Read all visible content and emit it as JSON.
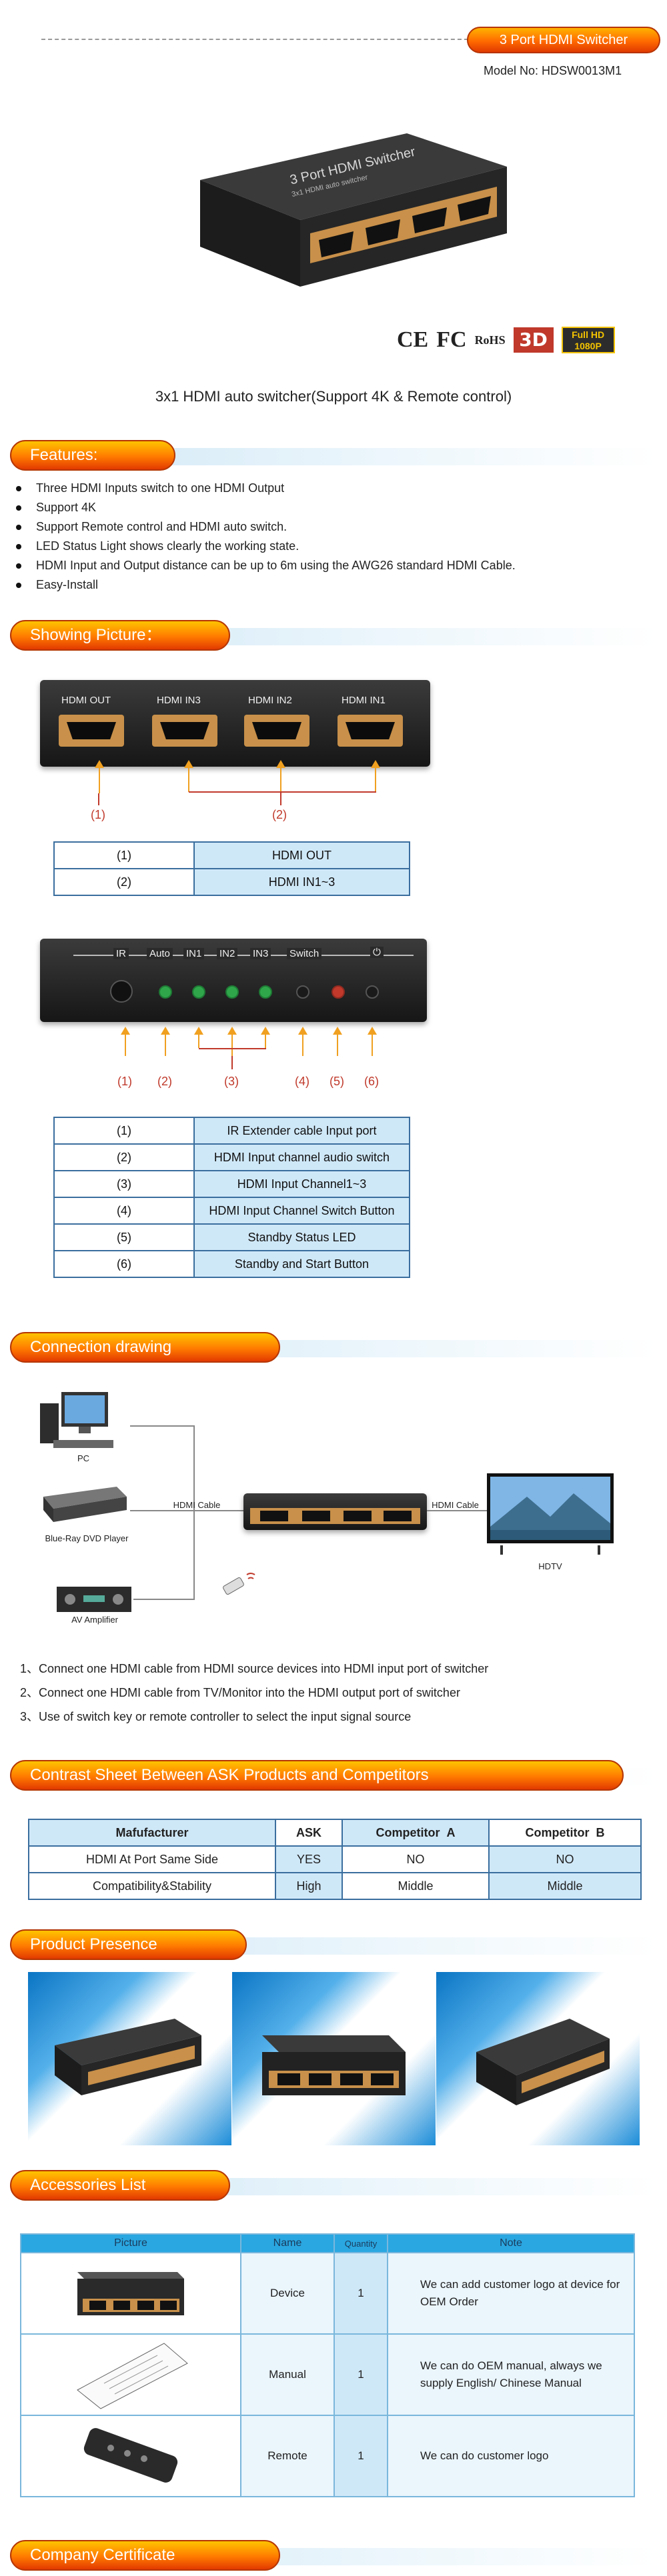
{
  "header": {
    "title": "3 Port HDMI Switcher",
    "model": "Model No: HDSW0013M1"
  },
  "hero": {
    "device_label": "3 Port HDMI Switcher",
    "device_sub": "3x1 HDMI auto switcher",
    "certs": {
      "ce": "CE",
      "fc": "FC",
      "rohs": "RoHS",
      "three_d": "3D",
      "full_hd_1": "Full HD",
      "full_hd_2": "1080P"
    },
    "subtitle": "3x1 HDMI auto switcher(Support 4K & Remote control)"
  },
  "features": {
    "heading": "Features:",
    "items": [
      "Three HDMI Inputs switch to one HDMI Output",
      "Support 4K",
      "Support Remote control and HDMI auto switch.",
      "LED Status Light shows clearly the working state.",
      "HDMI Input and Output distance can be up to 6m using the AWG26 standard HDMI Cable.",
      "Easy-Install"
    ]
  },
  "showing": {
    "heading": "Showing Picture：",
    "back_ports": [
      "HDMI OUT",
      "HDMI IN3",
      "HDMI IN2",
      "HDMI IN1"
    ],
    "back_marks": [
      "(1)",
      "(2)"
    ],
    "back_table": [
      [
        "(1)",
        "HDMI OUT"
      ],
      [
        "(2)",
        "HDMI IN1~3"
      ]
    ],
    "front_labels": [
      "IR",
      "Auto",
      "IN1",
      "IN2",
      "IN3",
      "Switch",
      "⏻"
    ],
    "front_marks": [
      "(1)",
      "(2)",
      "(3)",
      "(4)",
      "(5)",
      "(6)"
    ],
    "front_table": [
      [
        "(1)",
        "IR Extender cable Input port"
      ],
      [
        "(2)",
        "HDMI Input channel audio switch"
      ],
      [
        "(3)",
        "HDMI Input Channel1~3"
      ],
      [
        "(4)",
        "HDMI Input Channel Switch Button"
      ],
      [
        "(5)",
        "Standby Status LED"
      ],
      [
        "(6)",
        "Standby and Start Button"
      ]
    ]
  },
  "connection": {
    "heading": "Connection drawing",
    "devices": {
      "pc": "PC",
      "bluray": "Blue-Ray DVD Player",
      "amp": "AV Amplifier",
      "tv": "HDTV"
    },
    "cable_left": "HDMI Cable",
    "cable_right": "HDMI Cable",
    "steps": [
      "1、Connect one HDMI cable from HDMI source devices into HDMI input port of switcher",
      "2、Connect one HDMI cable from TV/Monitor into the HDMI output port of switcher",
      "3、Use of switch key or remote controller to select the input signal source"
    ]
  },
  "contrast": {
    "heading": "Contrast Sheet Between ASK Products and Competitors",
    "header": [
      "Mafufacturer",
      "ASK",
      "Competitor  A",
      "Competitor  B"
    ],
    "rows": [
      [
        "HDMI At Port Same Side",
        "YES",
        "NO",
        "NO"
      ],
      [
        "Compatibility&Stability",
        "High",
        "Middle",
        "Middle"
      ]
    ]
  },
  "presence": {
    "heading": "Product Presence"
  },
  "accessories": {
    "heading": "Accessories List",
    "header": [
      "Picture",
      "Name",
      "Quantity",
      "Note"
    ],
    "rows": [
      {
        "name": "Device",
        "qty": "1",
        "note": "We can add customer logo at device for OEM Order"
      },
      {
        "name": "Manual",
        "qty": "1",
        "note": "We can do OEM manual, always we supply English/ Chinese Manual"
      },
      {
        "name": "Remote",
        "qty": "1",
        "note": "We can do customer logo"
      }
    ]
  },
  "certificate": {
    "heading": "Company Certificate"
  }
}
